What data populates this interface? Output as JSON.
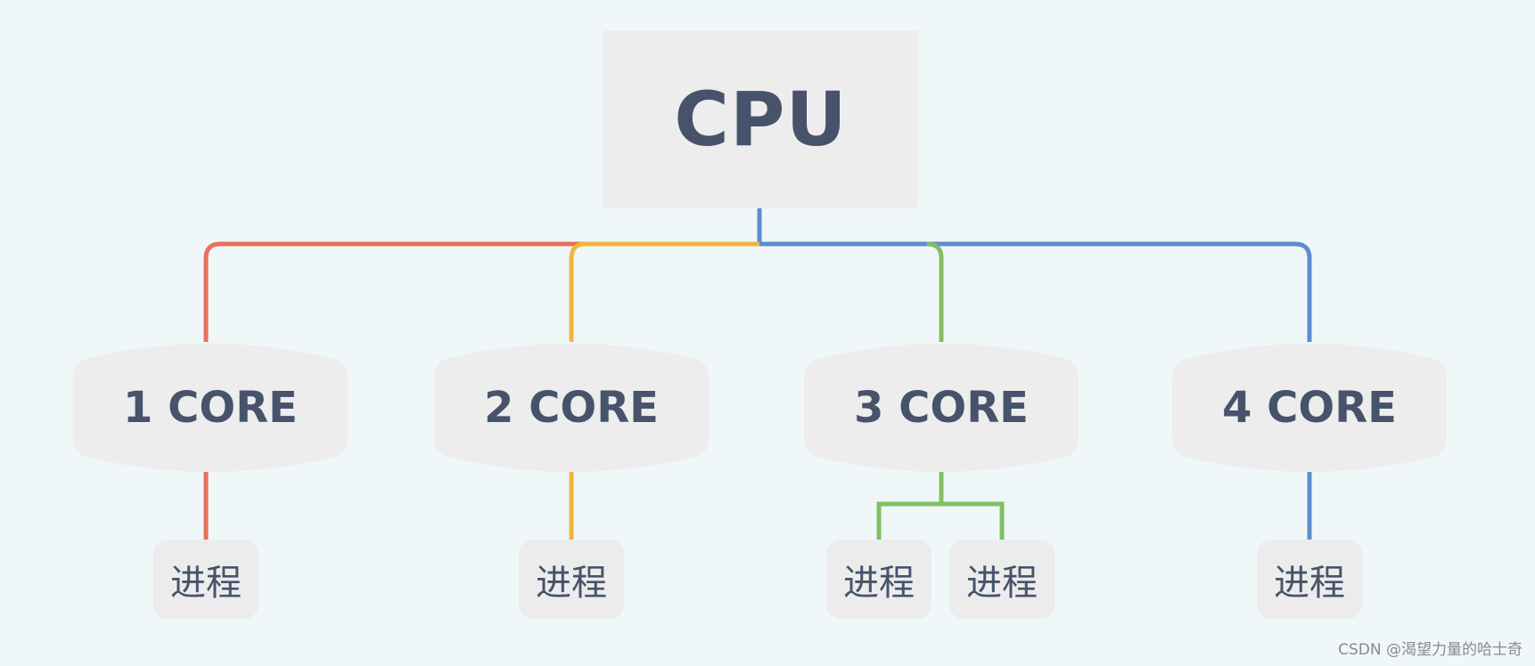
{
  "cpu": {
    "label": "CPU"
  },
  "cores": [
    {
      "label": "1 CORE",
      "color": "#e8705e",
      "processes": [
        "进程"
      ]
    },
    {
      "label": "2 CORE",
      "color": "#f2b541",
      "processes": [
        "进程"
      ]
    },
    {
      "label": "3 CORE",
      "color": "#82bf64",
      "processes": [
        "进程",
        "进程"
      ]
    },
    {
      "label": "4 CORE",
      "color": "#5b8ecd",
      "processes": [
        "进程"
      ]
    }
  ],
  "watermark": "CSDN @渴望力量的哈士奇"
}
